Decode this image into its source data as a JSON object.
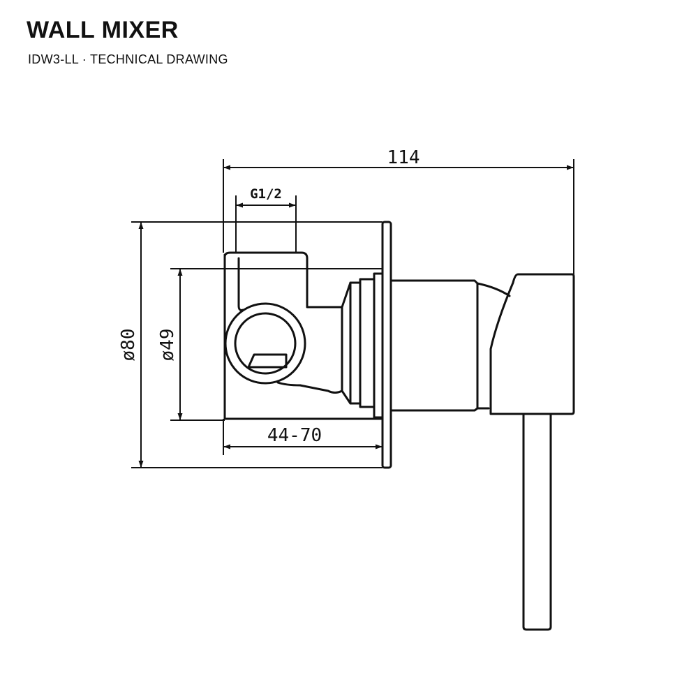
{
  "header": {
    "title": "WALL MIXER",
    "subtitle": "IDW3-LL · TECHNICAL DRAWING"
  },
  "dimensions": {
    "overall_length": "114",
    "thread": "G1/2",
    "plate_diameter": "ø80",
    "body_diameter": "ø49",
    "install_depth": "44-70"
  },
  "colors": {
    "line": "#111111",
    "background": "#ffffff"
  }
}
